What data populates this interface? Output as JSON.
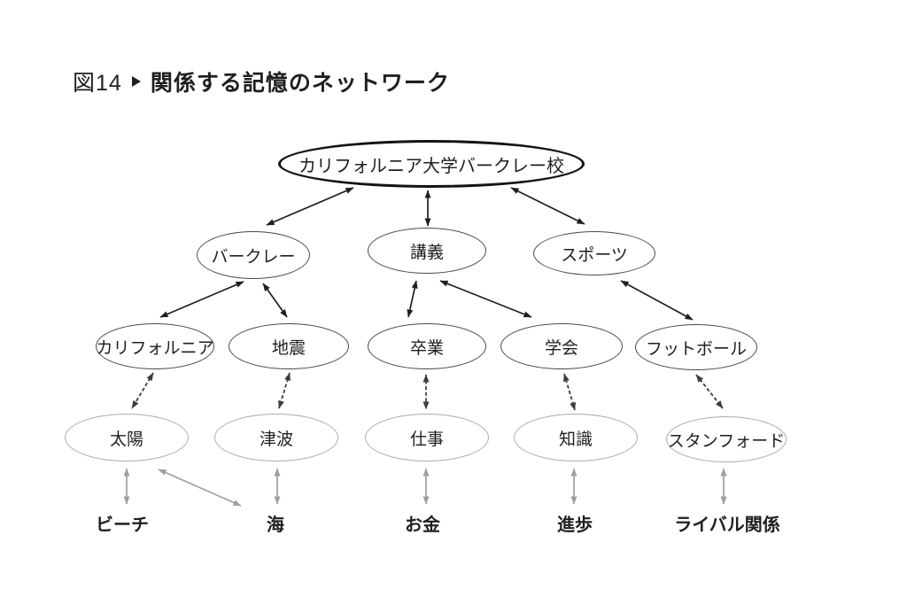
{
  "title": {
    "figure_label": "図14",
    "marker_icon": "right-triangle",
    "text": "関係する記憶のネットワーク"
  },
  "nodes": {
    "root": "カリフォルニア大学バークレー校",
    "berkeley": "バークレー",
    "lecture": "講義",
    "sports": "スポーツ",
    "california": "カリフォルニア",
    "earthquake": "地震",
    "graduation": "卒業",
    "conference": "学会",
    "football": "フットボール",
    "sun": "太陽",
    "tsunami": "津波",
    "work": "仕事",
    "knowledge": "知識",
    "stanford": "スタンフォード",
    "beach": "ビーチ",
    "sea": "海",
    "money": "お金",
    "progress": "進歩",
    "rivalry": "ライバル関係"
  },
  "edges": [
    {
      "from": "root",
      "to": "berkeley",
      "style": "solid-double-arrow"
    },
    {
      "from": "root",
      "to": "lecture",
      "style": "solid-double-arrow"
    },
    {
      "from": "root",
      "to": "sports",
      "style": "solid-double-arrow"
    },
    {
      "from": "berkeley",
      "to": "california",
      "style": "solid-double-arrow"
    },
    {
      "from": "berkeley",
      "to": "earthquake",
      "style": "solid-double-arrow"
    },
    {
      "from": "lecture",
      "to": "graduation",
      "style": "solid-double-arrow"
    },
    {
      "from": "lecture",
      "to": "conference",
      "style": "solid-double-arrow"
    },
    {
      "from": "sports",
      "to": "football",
      "style": "solid-double-arrow"
    },
    {
      "from": "california",
      "to": "sun",
      "style": "dashed-double-arrow"
    },
    {
      "from": "earthquake",
      "to": "tsunami",
      "style": "dashed-double-arrow"
    },
    {
      "from": "graduation",
      "to": "work",
      "style": "dashed-double-arrow"
    },
    {
      "from": "conference",
      "to": "knowledge",
      "style": "dashed-double-arrow"
    },
    {
      "from": "football",
      "to": "stanford",
      "style": "dashed-double-arrow"
    },
    {
      "from": "sun",
      "to": "beach",
      "style": "gray-double-arrow"
    },
    {
      "from": "sun",
      "to": "sea",
      "style": "gray-double-arrow"
    },
    {
      "from": "tsunami",
      "to": "sea",
      "style": "gray-double-arrow"
    },
    {
      "from": "work",
      "to": "money",
      "style": "gray-double-arrow"
    },
    {
      "from": "knowledge",
      "to": "progress",
      "style": "gray-double-arrow"
    },
    {
      "from": "stanford",
      "to": "rivalry",
      "style": "gray-double-arrow"
    }
  ],
  "colors": {
    "background": "#ffffff",
    "ink": "#1f1f1f",
    "node_border_dark": "#4a4a4a",
    "node_border_light": "#ababab",
    "arrow_gray": "#9f9f9f",
    "arrow_dashed": "#3c3c3c"
  }
}
